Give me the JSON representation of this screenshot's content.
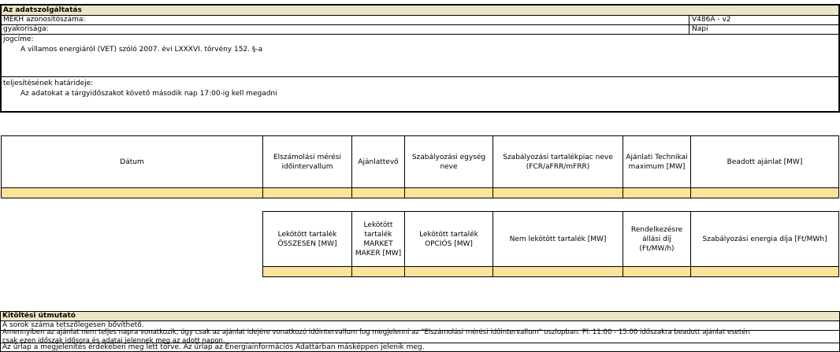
{
  "header": {
    "title": "Az adatszolgáltatás"
  },
  "fields": {
    "mekh_label": "MEKH azonosítószáma:",
    "mekh_value": "V486A - v2",
    "frequency_label": "gyakorisága:",
    "frequency_value": "Napi",
    "legal_label": "jogcíme:",
    "legal_value": "A villamos energiáról (VET) szóló 2007. évi LXXXVI. törvény 152. §-a",
    "deadline_label": "teljesítésének határideje:",
    "deadline_value": "Az adatokat a tárgyidőszakot követő második nap 17:00-ig kell megadni"
  },
  "table1": {
    "headers": [
      "Dátum",
      "Elszámolási mérési időintervallum",
      "Ajánlattevő",
      "Szabályozási egység neve",
      "Szabályozási tartalékpiac neve (FCR/aFRR/mFRR)",
      "Ajánlati Technikai maximum [MW]",
      "Beadott ajánlat [MW]"
    ]
  },
  "table2": {
    "headers": [
      "Lekötött tartalék ÖSSZESEN [MW]",
      "Lekötött tartalék MARKET MAKER [MW]",
      "Lekötött tartalék OPCIÓS [MW]",
      "Nem lekötött tartalék [MW]",
      "Rendelkezésre állási díj (Ft/MW/h)",
      "Szabályozási energia díja [Ft/MWh]"
    ]
  },
  "instructions": {
    "title": "Kitöltési útmutató",
    "lines": [
      "A sorok száma tetszőlegesen bővíthető.",
      "Amennyiben az ajánlat nem teljes napra vonatkozik, úgy csak az ajánlat idejére vonatkozó időintervallum fog megjelenni az \"Elszámolási mérési időintervallum\" oszlopban. Pl: 11:00 - 15:00 időszakra beadott ajánlat esetén",
      "csak ezen időszak idősora és adatai jelennek meg az adott napon.",
      "Az űrlap a megjelenítés érdekében meg lett törve. Az űrlap az Energiainformációs Adattárban másképpen jelenik meg."
    ]
  }
}
